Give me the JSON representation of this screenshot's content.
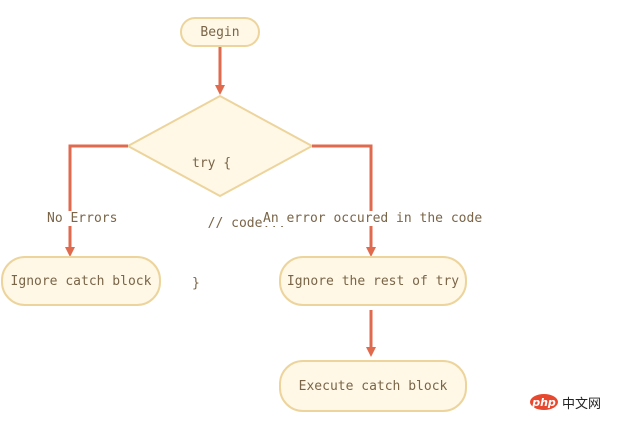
{
  "nodes": {
    "begin": "Begin",
    "try_block": {
      "line1": "try {",
      "line2": "  // code...",
      "line3": "}"
    },
    "ignore_catch": "Ignore catch block",
    "ignore_rest": "Ignore the rest of try",
    "execute_catch": "Execute catch block"
  },
  "edges": {
    "no_errors": "No Errors",
    "error_occured": "An error occured in the code"
  },
  "colors": {
    "node_fill": "#fff8e6",
    "node_border": "#ecd49c",
    "arrow": "#e06a4e",
    "text": "#7a6548"
  },
  "watermark": {
    "badge": "php",
    "text": "中文网"
  }
}
